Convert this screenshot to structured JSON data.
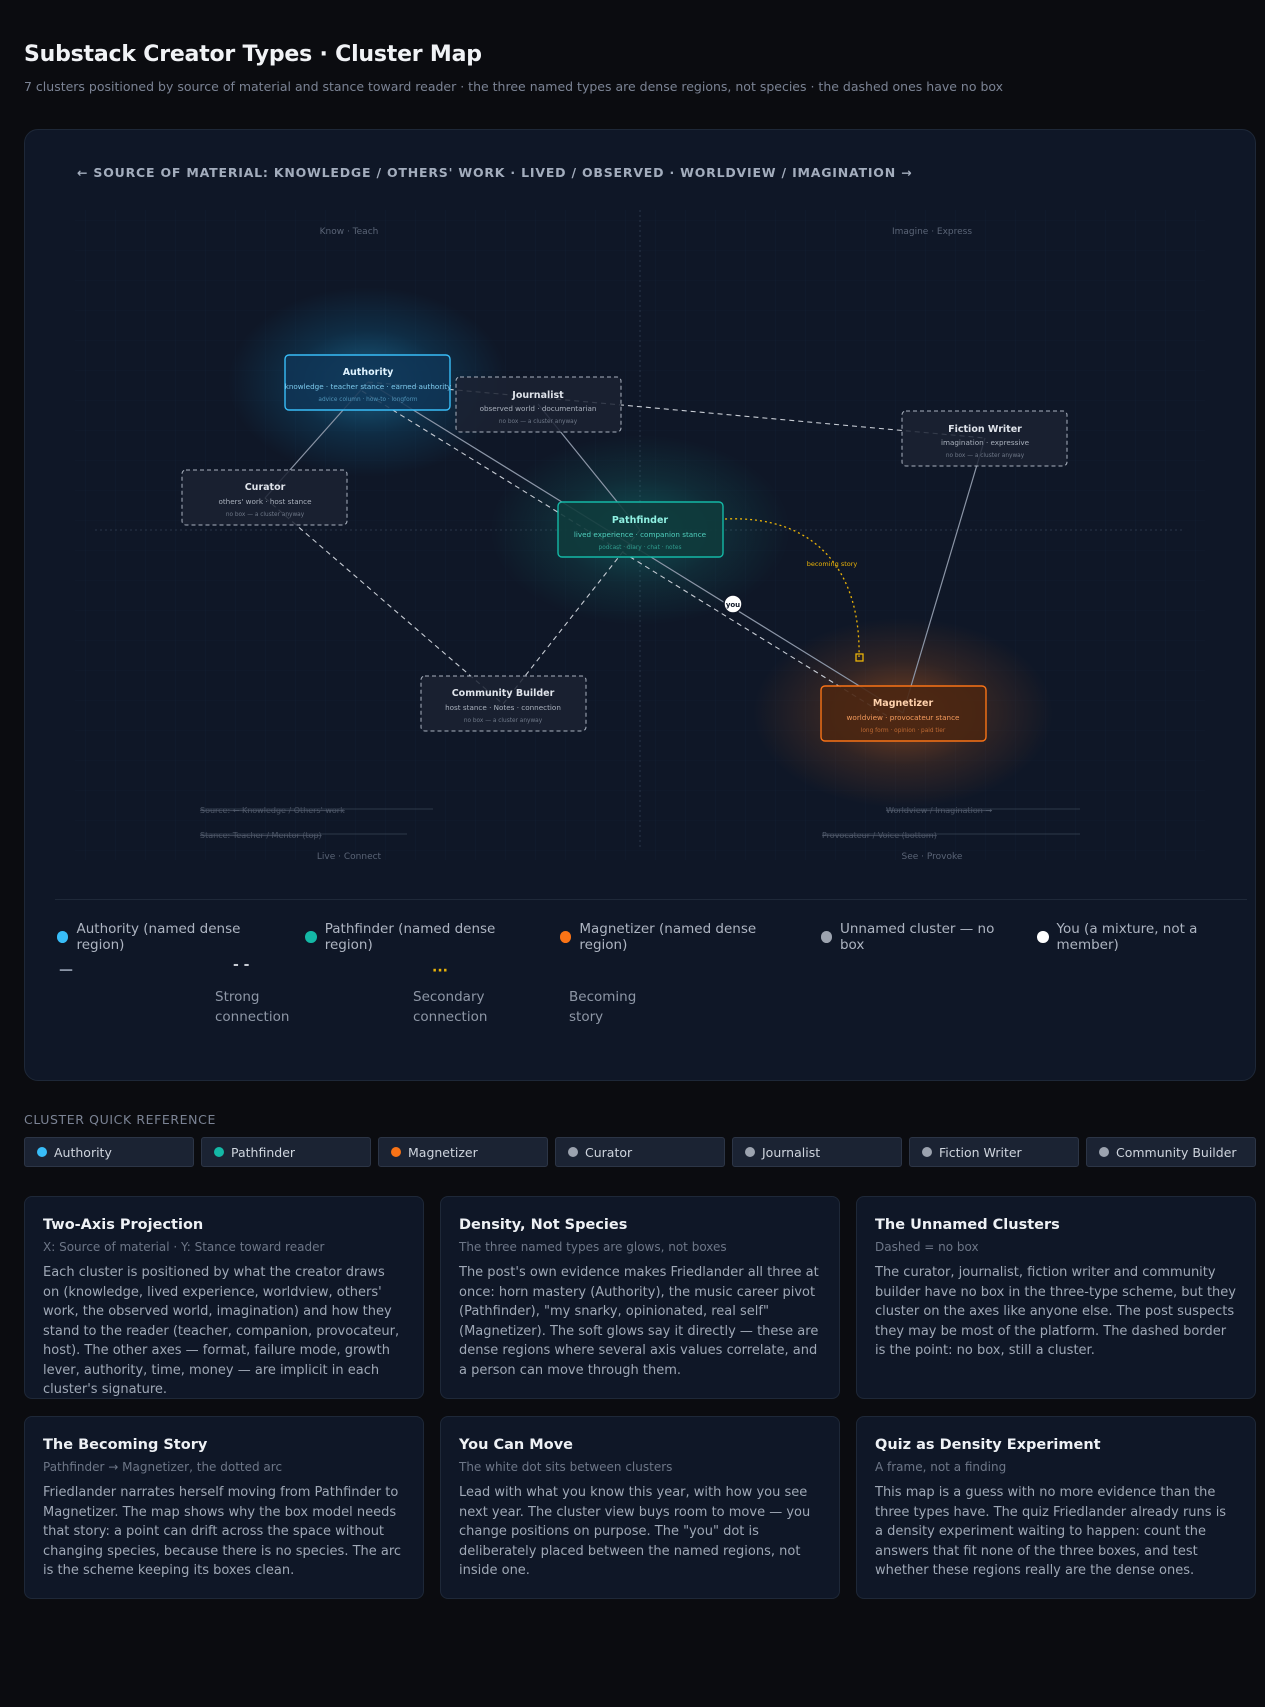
{
  "header": {
    "title": "Substack Creator Types · Cluster Map",
    "subtitle": "7 clusters positioned by source of material and stance toward reader · the three named types are dense regions, not species · the dashed ones have no box"
  },
  "map": {
    "axis_title": "← SOURCE OF MATERIAL: KNOWLEDGE / OTHERS' WORK · LIVED / OBSERVED · WORLDVIEW / IMAGINATION →",
    "quadrants": {
      "top_left": "Know · Teach",
      "top_right": "Imagine · Express",
      "bottom_left": "Live · Connect",
      "bottom_right": "See · Provoke"
    },
    "footnotes": {
      "source_left": "Source: ← Knowledge / Others' work",
      "stance_left": "Stance: Teacher / Mentor (top)",
      "source_right": "Worldview / Imagination →",
      "stance_right": "Provocateur / Voice (bottom)"
    },
    "clusters": {
      "authority": {
        "title": "Authority",
        "line2": "knowledge · teacher stance · earned authority",
        "line3": "advice column · how-to · longform"
      },
      "journalist": {
        "title": "Journalist",
        "line2": "observed world · documentarian",
        "line3": "no box — a cluster anyway"
      },
      "fiction": {
        "title": "Fiction Writer",
        "line2": "imagination · expressive",
        "line3": "no box — a cluster anyway"
      },
      "curator": {
        "title": "Curator",
        "line2": "others' work · host stance",
        "line3": "no box — a cluster anyway"
      },
      "pathfinder": {
        "title": "Pathfinder",
        "line2": "lived experience · companion stance",
        "line3": "podcast · diary · chat · notes"
      },
      "community": {
        "title": "Community Builder",
        "line2": "host stance · Notes · connection",
        "line3": "no box — a cluster anyway"
      },
      "magnetizer": {
        "title": "Magnetizer",
        "line2": "worldview · provocateur stance",
        "line3": "long form · opinion · paid tier"
      }
    },
    "becoming_label": "becoming story",
    "you_label": "you",
    "colors": {
      "authority": "#38bdf8",
      "pathfinder": "#14b8a6",
      "magnetizer": "#f97316",
      "unnamed": "#9ca3af",
      "becoming": "#eab308",
      "you": "#ffffff"
    }
  },
  "legend": {
    "authority": "Authority (named dense region)",
    "pathfinder": "Pathfinder (named dense region)",
    "magnetizer": "Magnetizer (named dense region)",
    "unnamed": "Unnamed cluster — no box",
    "you": "You (a mixture, not a member)",
    "strong_symbol": "—",
    "strong": "Strong connection",
    "secondary_symbol": "- -",
    "secondary": "Secondary connection",
    "becoming_symbol": "···",
    "becoming": "Becoming story"
  },
  "reference": {
    "title": "CLUSTER QUICK REFERENCE",
    "chips": [
      "Authority",
      "Pathfinder",
      "Magnetizer",
      "Curator",
      "Journalist",
      "Fiction Writer",
      "Community Builder"
    ]
  },
  "cards": [
    {
      "title": "Two-Axis Projection",
      "sub": "X: Source of material · Y: Stance toward reader",
      "body": "Each cluster is positioned by what the creator draws on (knowledge, lived experience, worldview, others' work, the observed world, imagination) and how they stand to the reader (teacher, companion, provocateur, host). The other axes — format, failure mode, growth lever, authority, time, money — are implicit in each cluster's signature."
    },
    {
      "title": "Density, Not Species",
      "sub": "The three named types are glows, not boxes",
      "body": "The post's own evidence makes Friedlander all three at once: horn mastery (Authority), the music career pivot (Pathfinder), \"my snarky, opinionated, real self\" (Magnetizer). The soft glows say it directly — these are dense regions where several axis values correlate, and a person can move through them."
    },
    {
      "title": "The Unnamed Clusters",
      "sub": "Dashed = no box",
      "body": "The curator, journalist, fiction writer and community builder have no box in the three-type scheme, but they cluster on the axes like anyone else. The post suspects they may be most of the platform. The dashed border is the point: no box, still a cluster."
    },
    {
      "title": "The Becoming Story",
      "sub": "Pathfinder → Magnetizer, the dotted arc",
      "body": "Friedlander narrates herself moving from Pathfinder to Magnetizer. The map shows why the box model needs that story: a point can drift across the space without changing species, because there is no species. The arc is the scheme keeping its boxes clean."
    },
    {
      "title": "You Can Move",
      "sub": "The white dot sits between clusters",
      "body": "Lead with what you know this year, with how you see next year. The cluster view buys room to move — you change positions on purpose. The \"you\" dot is deliberately placed between the named regions, not inside one."
    },
    {
      "title": "Quiz as Density Experiment",
      "sub": "A frame, not a finding",
      "body": "This map is a guess with no more evidence than the three types have. The quiz Friedlander already runs is a density experiment waiting to happen: count the answers that fit none of the three boxes, and test whether these regions really are the dense ones."
    }
  ]
}
